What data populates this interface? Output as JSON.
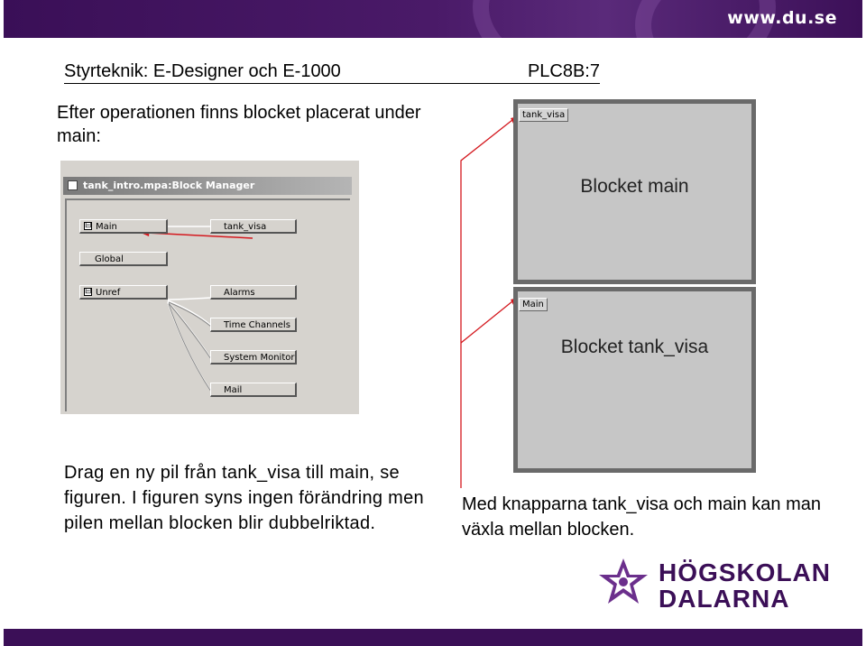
{
  "header": {
    "site_url": "www.du.se"
  },
  "title": {
    "left": "Styrteknik: E-Designer och E-1000",
    "right": "PLC8B:7"
  },
  "intro_text": "Efter operationen finns blocket placerat under main:",
  "block_manager": {
    "window_title": "tank_intro.mpa:Block Manager",
    "nodes": {
      "main": "Main",
      "global": "Global",
      "unref": "Unref",
      "tank_visa": "tank_visa",
      "alarms": "Alarms",
      "time_channels": "Time Channels",
      "system_monitor": "System Monitor",
      "mail": "Mail"
    },
    "toggle_symbol": "⊟"
  },
  "blocks": {
    "main": {
      "tag": "tank_visa",
      "label": "Blocket main"
    },
    "tank_visa": {
      "tag": "Main",
      "label": "Blocket tank_visa"
    }
  },
  "left_body": "Drag en ny pil från tank_visa till main, se figuren. I figuren syns ingen förändring men pilen mellan blocken blir dubbelriktad.",
  "right_body": "Med knapparna tank_visa och main kan man växla mellan blocken.",
  "logo": {
    "line1": "HÖGSKOLAN",
    "line2": "DALARNA"
  },
  "colors": {
    "brand_purple": "#3b0f57",
    "arrow_red": "#d4181e",
    "block_gray": "#c6c6c6"
  }
}
